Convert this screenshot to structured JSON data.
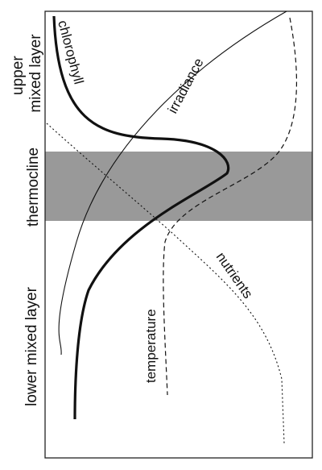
{
  "zones": {
    "upper": "upper\nmixed layer",
    "thermocline": "thermocline",
    "lower": "lower mixed layer"
  },
  "curves": {
    "chlorophyll": "chlorophyll",
    "irradiance": "irradiance",
    "nutrients": "nutrients",
    "temperature": "temperature"
  },
  "colors": {
    "thermocline_band": "#999999",
    "frame": "#222222",
    "ink": "#111111"
  }
}
